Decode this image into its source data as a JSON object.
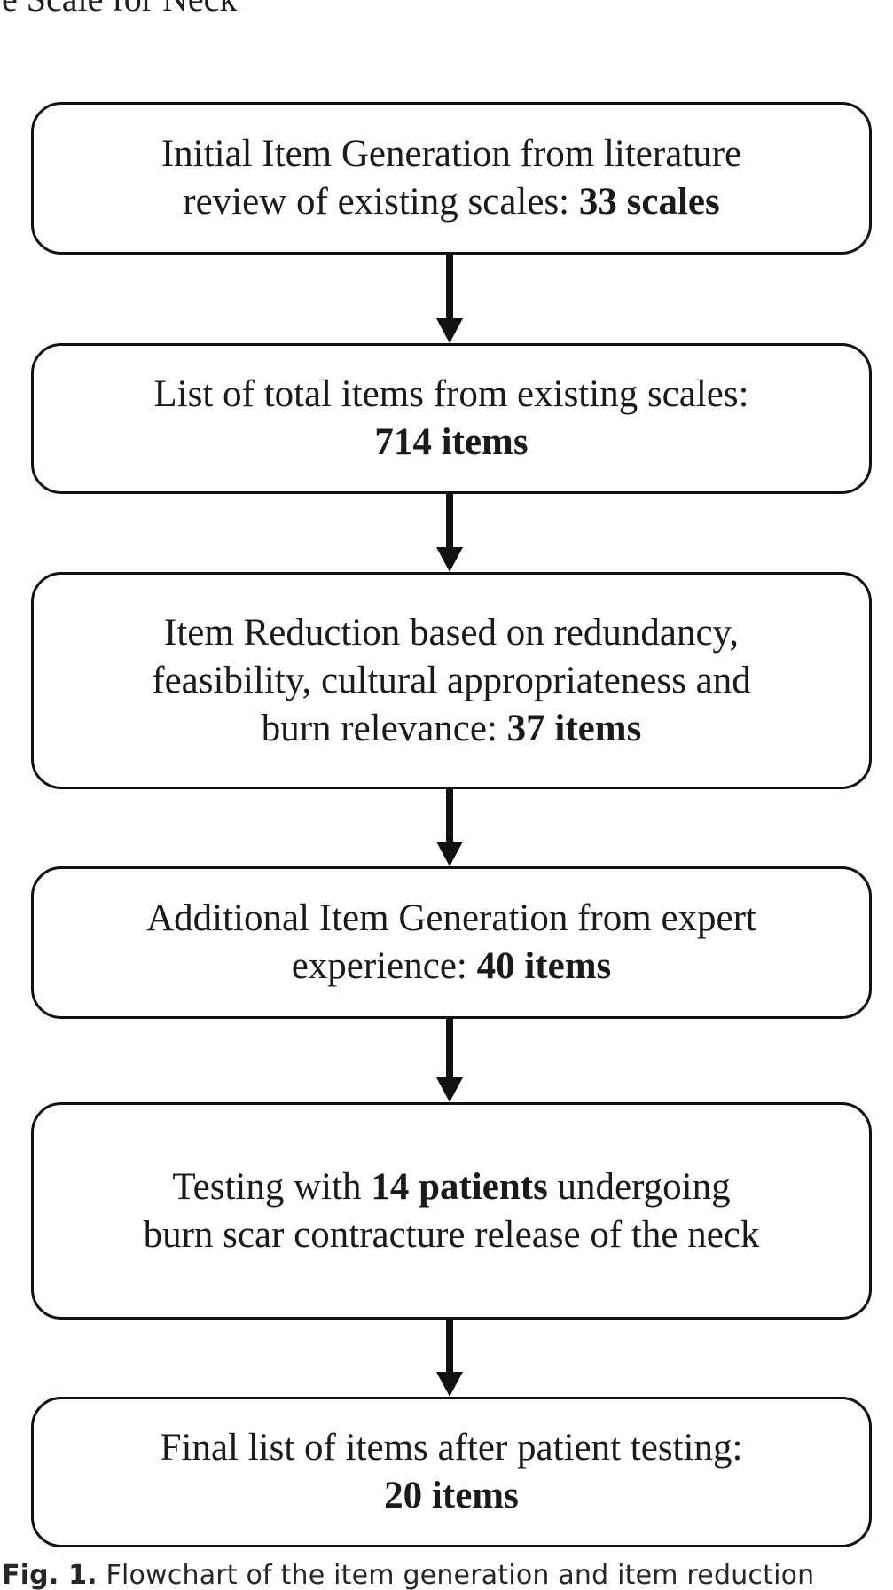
{
  "page": {
    "title_partial": "e Scale for Neck",
    "background_color": "#ffffff",
    "line_color": "#111111"
  },
  "figure": {
    "caption_label": "Fig. 1.",
    "caption_text": " Flowchart of the item generation and item reduction"
  },
  "flowchart": {
    "type": "flowchart",
    "orientation": "vertical",
    "node_shape": "rounded-rectangle",
    "connector_type": "arrow-down",
    "nodes": [
      {
        "id": "node-1",
        "line1": "Initial Item Generation from literature",
        "line2_prefix": "review of existing scales: ",
        "line2_bold": "33 scales",
        "value": 33,
        "unit": "scales"
      },
      {
        "id": "node-2",
        "line1": "List of total items from existing scales:",
        "line2_prefix": "",
        "line2_bold": "714 items",
        "value": 714,
        "unit": "items"
      },
      {
        "id": "node-3",
        "line1": "Item Reduction based on redundancy,",
        "line1b": "feasibility, cultural appropriateness and",
        "line2_prefix": "burn relevance: ",
        "line2_bold": "37 items",
        "value": 37,
        "unit": "items"
      },
      {
        "id": "node-4",
        "line1": "Additional Item Generation from expert",
        "line2_prefix": "experience: ",
        "line2_bold": "40 items",
        "value": 40,
        "unit": "items"
      },
      {
        "id": "node-5",
        "line1_prefix": "Testing with ",
        "line1_bold": "14 patients",
        "line1_suffix": " undergoing",
        "line2_prefix": "burn scar contracture release of the neck",
        "value": 14,
        "unit": "patients"
      },
      {
        "id": "node-6",
        "line1": "Final list of items after patient testing:",
        "line2_prefix": "",
        "line2_bold": "20 items",
        "value": 20,
        "unit": "items"
      }
    ],
    "connectors": [
      {
        "from": "node-1",
        "to": "node-2"
      },
      {
        "from": "node-2",
        "to": "node-3"
      },
      {
        "from": "node-3",
        "to": "node-4"
      },
      {
        "from": "node-4",
        "to": "node-5"
      },
      {
        "from": "node-5",
        "to": "node-6"
      }
    ]
  }
}
